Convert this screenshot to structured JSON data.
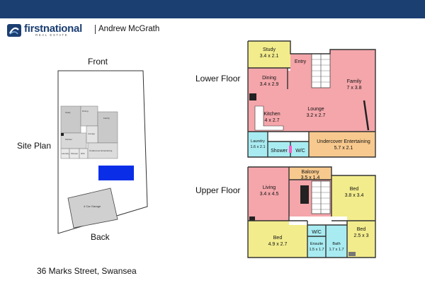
{
  "header": {
    "brand_name": "firstnational",
    "brand_sub": "REAL ESTATE",
    "agent_name": "Andrew McGrath"
  },
  "site_plan": {
    "front_label": "Front",
    "back_label": "Back",
    "title": "Site Plan",
    "garage_label": "4 Car Garage",
    "pool_color": "#0a2ee8",
    "mini_rooms": [
      "Study",
      "Dining",
      "Family",
      "Lounge",
      "Kitchen",
      "Laundry",
      "Shower",
      "W/C",
      "Undercover Entertaining"
    ]
  },
  "lower_floor": {
    "title": "Lower Floor",
    "rooms": [
      {
        "name": "Study",
        "dims": "3.4 x 2.1"
      },
      {
        "name": "Entry",
        "dims": ""
      },
      {
        "name": "Dining",
        "dims": "3.4 x 2.9"
      },
      {
        "name": "Family",
        "dims": "7 x 3.8"
      },
      {
        "name": "Lounge",
        "dims": "3.2 x 2.7"
      },
      {
        "name": "Kitchen",
        "dims": "4 x 2.7"
      },
      {
        "name": "Laundry",
        "dims": "1.6 x 2.1"
      },
      {
        "name": "Shower",
        "dims": ""
      },
      {
        "name": "W/C",
        "dims": ""
      },
      {
        "name": "Undercover Entertaining",
        "dims": "5.7 x 2.1"
      }
    ]
  },
  "upper_floor": {
    "title": "Upper Floor",
    "rooms": [
      {
        "name": "Balcony",
        "dims": "3.5 x 1.4"
      },
      {
        "name": "Living",
        "dims": "3.4 x 4.5"
      },
      {
        "name": "Bed",
        "dims": "3.8 x 3.4"
      },
      {
        "name": "Bed",
        "dims": "2.5 x 3"
      },
      {
        "name": "W/C",
        "dims": ""
      },
      {
        "name": "Bed",
        "dims": "4.9 x 2.7"
      },
      {
        "name": "Ensuite",
        "dims": "1.5 x 1.7"
      },
      {
        "name": "Bath",
        "dims": "1.7 x 1.7"
      }
    ]
  },
  "address": "36 Marks Street, Swansea",
  "colors": {
    "header_bar": "#1c3f72",
    "study": "#f2ec8c",
    "living_pink": "#f4a6ab",
    "wet_area": "#a8ecf2",
    "entertaining": "#f8c98e",
    "wall": "#333333"
  }
}
